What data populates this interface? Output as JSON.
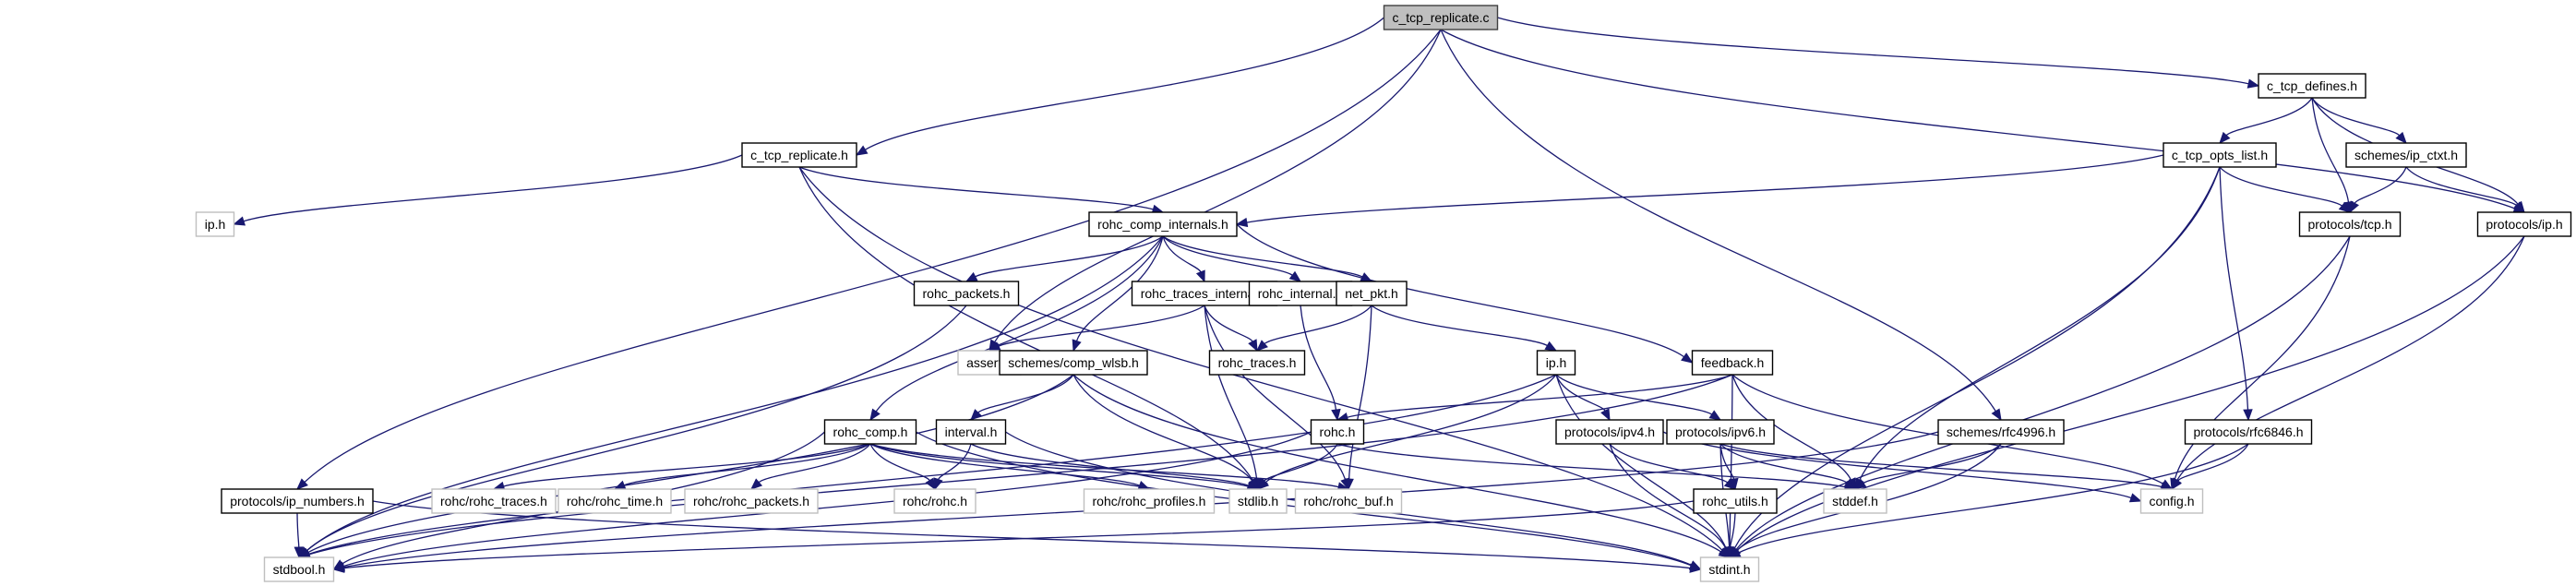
{
  "diagram": {
    "type": "include-dependency-graph",
    "root": "c_tcp_replicate.c",
    "colors": {
      "edge": "#191970",
      "root_fill": "#bfbfbf",
      "node_fill": "#ffffff",
      "node_border": "#000000",
      "external_border": "#bfbfbf"
    },
    "nodes": [
      {
        "id": "c_tcp_replicate_c",
        "label": "c_tcp_replicate.c",
        "kind": "root"
      },
      {
        "id": "c_tcp_replicate_h",
        "label": "c_tcp_replicate.h",
        "kind": "local"
      },
      {
        "id": "c_tcp_defines_h",
        "label": "c_tcp_defines.h",
        "kind": "local"
      },
      {
        "id": "ip_h_ext",
        "label": "ip.h",
        "kind": "external"
      },
      {
        "id": "rohc_comp_internals_h",
        "label": "rohc_comp_internals.h",
        "kind": "local"
      },
      {
        "id": "c_tcp_opts_list_h",
        "label": "c_tcp_opts_list.h",
        "kind": "local"
      },
      {
        "id": "schemes_ip_ctxt_h",
        "label": "schemes/ip_ctxt.h",
        "kind": "local"
      },
      {
        "id": "protocols_tcp_h",
        "label": "protocols/tcp.h",
        "kind": "local"
      },
      {
        "id": "protocols_ip_h",
        "label": "protocols/ip.h",
        "kind": "local"
      },
      {
        "id": "rohc_packets_h",
        "label": "rohc_packets.h",
        "kind": "local"
      },
      {
        "id": "rohc_traces_internal_h",
        "label": "rohc_traces_internal.h",
        "kind": "local"
      },
      {
        "id": "rohc_internal_h",
        "label": "rohc_internal.h",
        "kind": "local"
      },
      {
        "id": "net_pkt_h",
        "label": "net_pkt.h",
        "kind": "local"
      },
      {
        "id": "assert_h",
        "label": "assert.h",
        "kind": "external"
      },
      {
        "id": "schemes_comp_wlsb_h",
        "label": "schemes/comp_wlsb.h",
        "kind": "local"
      },
      {
        "id": "rohc_traces_h",
        "label": "rohc_traces.h",
        "kind": "local"
      },
      {
        "id": "ip_h",
        "label": "ip.h",
        "kind": "local"
      },
      {
        "id": "feedback_h",
        "label": "feedback.h",
        "kind": "local"
      },
      {
        "id": "rohc_comp_h",
        "label": "rohc_comp.h",
        "kind": "local"
      },
      {
        "id": "interval_h",
        "label": "interval.h",
        "kind": "local"
      },
      {
        "id": "rohc_h",
        "label": "rohc.h",
        "kind": "local"
      },
      {
        "id": "protocols_ipv4_h",
        "label": "protocols/ipv4.h",
        "kind": "local"
      },
      {
        "id": "protocols_ipv6_h",
        "label": "protocols/ipv6.h",
        "kind": "local"
      },
      {
        "id": "schemes_rfc4996_h",
        "label": "schemes/rfc4996.h",
        "kind": "local"
      },
      {
        "id": "protocols_rfc6846_h",
        "label": "protocols/rfc6846.h",
        "kind": "local"
      },
      {
        "id": "protocols_ip_numbers_h",
        "label": "protocols/ip_numbers.h",
        "kind": "local"
      },
      {
        "id": "rohc_rohc_traces_h",
        "label": "rohc/rohc_traces.h",
        "kind": "external"
      },
      {
        "id": "rohc_rohc_time_h",
        "label": "rohc/rohc_time.h",
        "kind": "external"
      },
      {
        "id": "rohc_rohc_packets_h",
        "label": "rohc/rohc_packets.h",
        "kind": "external"
      },
      {
        "id": "rohc_rohc_h",
        "label": "rohc/rohc.h",
        "kind": "external"
      },
      {
        "id": "rohc_rohc_profiles_h",
        "label": "rohc/rohc_profiles.h",
        "kind": "external"
      },
      {
        "id": "stdlib_h",
        "label": "stdlib.h",
        "kind": "external"
      },
      {
        "id": "rohc_rohc_buf_h",
        "label": "rohc/rohc_buf.h",
        "kind": "external"
      },
      {
        "id": "rohc_utils_h",
        "label": "rohc_utils.h",
        "kind": "local"
      },
      {
        "id": "stddef_h",
        "label": "stddef.h",
        "kind": "external"
      },
      {
        "id": "config_h",
        "label": "config.h",
        "kind": "external"
      },
      {
        "id": "stdbool_h",
        "label": "stdbool.h",
        "kind": "external"
      },
      {
        "id": "stdint_h",
        "label": "stdint.h",
        "kind": "external"
      }
    ],
    "edges": [
      [
        "c_tcp_replicate_c",
        "c_tcp_replicate_h"
      ],
      [
        "c_tcp_replicate_c",
        "c_tcp_defines_h"
      ],
      [
        "c_tcp_replicate_c",
        "protocols_ip_numbers_h"
      ],
      [
        "c_tcp_replicate_c",
        "assert_h"
      ],
      [
        "c_tcp_replicate_c",
        "schemes_rfc4996_h"
      ],
      [
        "c_tcp_replicate_c",
        "protocols_ip_h"
      ],
      [
        "c_tcp_replicate_h",
        "ip_h_ext"
      ],
      [
        "c_tcp_replicate_h",
        "rohc_comp_internals_h"
      ],
      [
        "c_tcp_replicate_h",
        "stdlib_h"
      ],
      [
        "c_tcp_replicate_h",
        "stdint_h"
      ],
      [
        "c_tcp_defines_h",
        "c_tcp_opts_list_h"
      ],
      [
        "c_tcp_defines_h",
        "schemes_ip_ctxt_h"
      ],
      [
        "c_tcp_defines_h",
        "protocols_tcp_h"
      ],
      [
        "c_tcp_defines_h",
        "protocols_ip_h"
      ],
      [
        "c_tcp_opts_list_h",
        "rohc_comp_internals_h"
      ],
      [
        "c_tcp_opts_list_h",
        "protocols_tcp_h"
      ],
      [
        "c_tcp_opts_list_h",
        "protocols_rfc6846_h"
      ],
      [
        "c_tcp_opts_list_h",
        "stddef_h"
      ],
      [
        "c_tcp_opts_list_h",
        "stdint_h"
      ],
      [
        "schemes_ip_ctxt_h",
        "protocols_tcp_h"
      ],
      [
        "schemes_ip_ctxt_h",
        "protocols_ip_h"
      ],
      [
        "protocols_tcp_h",
        "config_h"
      ],
      [
        "protocols_tcp_h",
        "stdint_h"
      ],
      [
        "protocols_ip_h",
        "config_h"
      ],
      [
        "protocols_ip_h",
        "stdint_h"
      ],
      [
        "rohc_comp_internals_h",
        "rohc_packets_h"
      ],
      [
        "rohc_comp_internals_h",
        "rohc_traces_internal_h"
      ],
      [
        "rohc_comp_internals_h",
        "rohc_internal_h"
      ],
      [
        "rohc_comp_internals_h",
        "net_pkt_h"
      ],
      [
        "rohc_comp_internals_h",
        "schemes_comp_wlsb_h"
      ],
      [
        "rohc_comp_internals_h",
        "feedback_h"
      ],
      [
        "rohc_comp_internals_h",
        "rohc_comp_h"
      ],
      [
        "rohc_comp_internals_h",
        "stdbool_h"
      ],
      [
        "rohc_packets_h",
        "stdbool_h"
      ],
      [
        "rohc_traces_internal_h",
        "assert_h"
      ],
      [
        "rohc_traces_internal_h",
        "rohc_traces_h"
      ],
      [
        "rohc_traces_internal_h",
        "stdlib_h"
      ],
      [
        "rohc_traces_internal_h",
        "rohc_rohc_buf_h"
      ],
      [
        "rohc_internal_h",
        "rohc_h"
      ],
      [
        "net_pkt_h",
        "rohc_traces_h"
      ],
      [
        "net_pkt_h",
        "ip_h"
      ],
      [
        "net_pkt_h",
        "rohc_rohc_buf_h"
      ],
      [
        "ip_h",
        "protocols_ipv4_h"
      ],
      [
        "ip_h",
        "protocols_ipv6_h"
      ],
      [
        "ip_h",
        "stdlib_h"
      ],
      [
        "ip_h",
        "stdbool_h"
      ],
      [
        "ip_h",
        "stdint_h"
      ],
      [
        "schemes_comp_wlsb_h",
        "interval_h"
      ],
      [
        "schemes_comp_wlsb_h",
        "stdlib_h"
      ],
      [
        "schemes_comp_wlsb_h",
        "stdbool_h"
      ],
      [
        "schemes_comp_wlsb_h",
        "stdint_h"
      ],
      [
        "feedback_h",
        "rohc_h"
      ],
      [
        "feedback_h",
        "stddef_h"
      ],
      [
        "feedback_h",
        "config_h"
      ],
      [
        "feedback_h",
        "stdbool_h"
      ],
      [
        "feedback_h",
        "stdint_h"
      ],
      [
        "rohc_comp_h",
        "rohc_rohc_traces_h"
      ],
      [
        "rohc_comp_h",
        "rohc_rohc_time_h"
      ],
      [
        "rohc_comp_h",
        "rohc_rohc_packets_h"
      ],
      [
        "rohc_comp_h",
        "rohc_rohc_h"
      ],
      [
        "rohc_comp_h",
        "rohc_rohc_profiles_h"
      ],
      [
        "rohc_comp_h",
        "stdlib_h"
      ],
      [
        "rohc_comp_h",
        "rohc_rohc_buf_h"
      ],
      [
        "rohc_comp_h",
        "stdbool_h"
      ],
      [
        "rohc_comp_h",
        "stdint_h"
      ],
      [
        "interval_h",
        "rohc_rohc_h"
      ],
      [
        "interval_h",
        "stdlib_h"
      ],
      [
        "interval_h",
        "stdint_h"
      ],
      [
        "rohc_h",
        "stdlib_h"
      ],
      [
        "rohc_h",
        "stddef_h"
      ],
      [
        "rohc_h",
        "stdbool_h"
      ],
      [
        "protocols_ipv4_h",
        "rohc_utils_h"
      ],
      [
        "protocols_ipv4_h",
        "config_h"
      ],
      [
        "protocols_ipv4_h",
        "stdint_h"
      ],
      [
        "protocols_ipv6_h",
        "rohc_utils_h"
      ],
      [
        "protocols_ipv6_h",
        "stddef_h"
      ],
      [
        "protocols_ipv6_h",
        "config_h"
      ],
      [
        "protocols_ipv6_h",
        "stdint_h"
      ],
      [
        "rohc_utils_h",
        "stdbool_h"
      ],
      [
        "rohc_utils_h",
        "stdint_h"
      ],
      [
        "schemes_rfc4996_h",
        "stddef_h"
      ],
      [
        "schemes_rfc4996_h",
        "stdbool_h"
      ],
      [
        "schemes_rfc4996_h",
        "stdint_h"
      ],
      [
        "protocols_rfc6846_h",
        "config_h"
      ],
      [
        "protocols_rfc6846_h",
        "stdint_h"
      ],
      [
        "protocols_ip_numbers_h",
        "stdbool_h"
      ],
      [
        "protocols_ip_numbers_h",
        "stdint_h"
      ]
    ]
  }
}
